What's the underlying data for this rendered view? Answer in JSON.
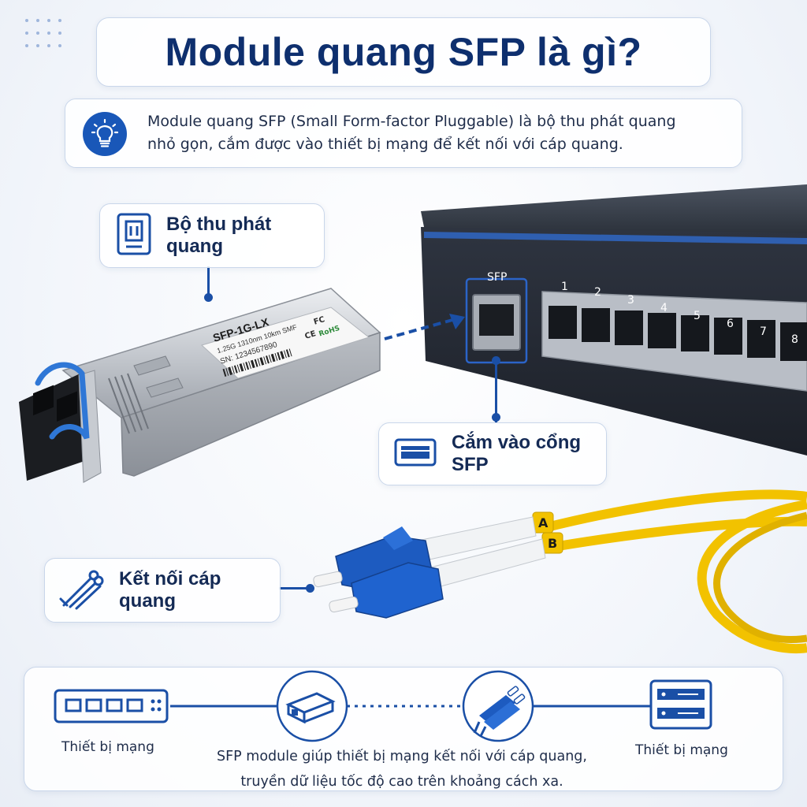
{
  "title": "Module quang SFP là gì?",
  "definition": {
    "line1": "Module quang SFP (Small Form-factor Pluggable) là bộ thu phát quang",
    "line2": "nhỏ gọn, cắm được vào thiết bị mạng để kết nối với cáp quang."
  },
  "labels": {
    "transceiver": "Bộ thu phát quang",
    "port": "Cắm vào cổng SFP",
    "cable": "Kết nối cáp quang"
  },
  "module": {
    "model": "SFP-1G-LX",
    "spec": "1.25G 1310nm 10km SMF",
    "serial": "SN: 1234567890",
    "fc": "FC",
    "ce": "CE",
    "rohs": "RoHS"
  },
  "switch": {
    "sfp_label": "SFP",
    "ports": [
      "1",
      "2",
      "3",
      "4",
      "5",
      "6",
      "7",
      "8"
    ]
  },
  "cable": {
    "tag_a": "A",
    "tag_b": "B"
  },
  "bottom": {
    "left_device": "Thiết bị mạng",
    "right_device": "Thiết bị mạng",
    "caption_line1": "SFP module giúp thiết bị mạng kết nối với cáp quang,",
    "caption_line2": "truyền dữ liệu tốc độ cao trên khoảng cách xa."
  },
  "colors": {
    "navy": "#0e2f6e",
    "accent_blue": "#1a4fa6",
    "cable_yellow": "#f2c200",
    "connector_blue": "#1d5bc0"
  },
  "icons": {
    "definition": "lightbulb-icon",
    "transceiver": "transceiver-icon",
    "port": "sfp-port-icon",
    "cable": "fiber-cable-icon",
    "bottom_left": "network-switch-icon",
    "bottom_mid1": "sfp-module-icon",
    "bottom_mid2": "lc-connector-icon",
    "bottom_right": "server-icon"
  }
}
